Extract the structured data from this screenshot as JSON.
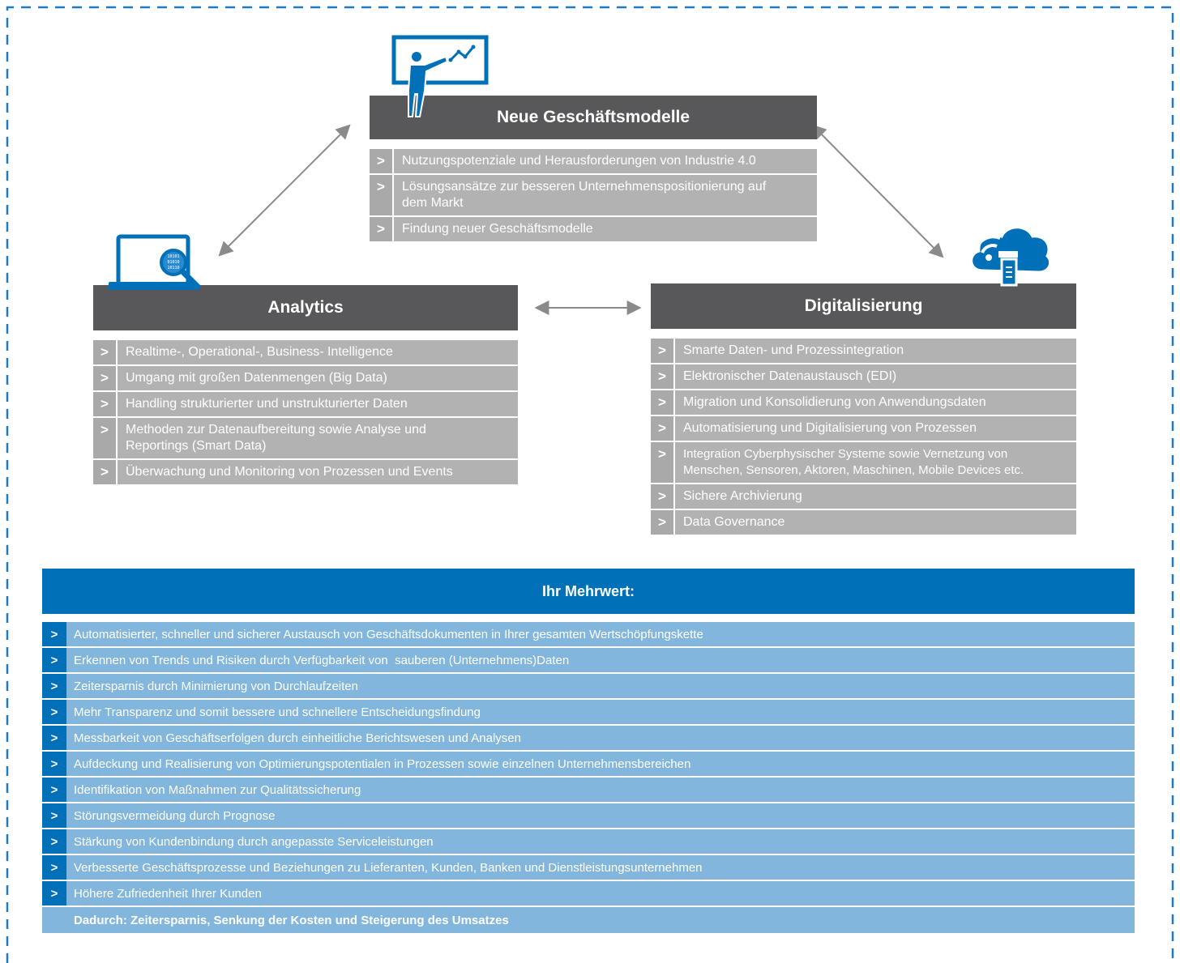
{
  "colors": {
    "header_gray": "#58585a",
    "item_gray": "#b2b2b2",
    "brand_blue": "#0070b9",
    "light_blue": "#82b6dc"
  },
  "boxes": {
    "top": {
      "title": "Neue Geschäftsmodelle",
      "icon": "presenter-icon",
      "items": [
        "Nutzungspotenziale und Herausforderungen von Industrie 4.0",
        "Lösungsansätze zur besseren Unternehmenspositionierung auf dem Markt",
        "Findung neuer Geschäftsmodelle"
      ]
    },
    "left": {
      "title": "Analytics",
      "icon": "laptop-magnifier-icon",
      "items": [
        "Realtime-, Operational-, Business- Intelligence",
        "Umgang mit großen Datenmengen (Big Data)",
        "Handling strukturierter und unstrukturierter Daten",
        "Methoden zur Datenaufbereitung sowie Analyse und Reportings (Smart Data)",
        "Überwachung und Monitoring von Prozessen und Events"
      ]
    },
    "right": {
      "title": "Digitalisierung",
      "icon": "cloud-database-icon",
      "items": [
        "Smarte Daten- und Prozessintegration",
        "Elektronischer Datenaustausch (EDI)",
        "Migration und Konsolidierung von Anwendungsdaten",
        "Automatisierung und Digitalisierung von Prozessen",
        "Integration Cyberphysischer Systeme sowie Vernetzung von Menschen, Sensoren, Aktoren, Maschinen, Mobile Devices etc.",
        "Sichere Archivierung",
        "Data Governance"
      ]
    }
  },
  "benefits": {
    "title": "Ihr Mehrwert:",
    "items": [
      "Automatisierter, schneller und sicherer Austausch von Geschäftsdokumenten in Ihrer gesamten Wertschöpfungskette",
      "Erkennen von Trends und Risiken durch Verfügbarkeit von  sauberen (Unternehmens)Daten",
      "Zeitersparnis durch Minimierung von Durchlaufzeiten",
      "Mehr Transparenz und somit bessere und schnellere Entscheidungsfindung",
      "Messbarkeit von Geschäftserfolgen durch einheitliche Berichtswesen und Analysen",
      "Aufdeckung und Realisierung von Optimierungspotentialen in Prozessen sowie einzelnen Unternehmensbereichen",
      "Identifikation von Maßnahmen zur Qualitätssicherung",
      "Störungsvermeidung durch Prognose",
      "Stärkung von Kundenbindung durch angepasste Serviceleistungen",
      "Verbesserte Geschäftsprozesse und Beziehungen zu Lieferanten, Kunden, Banken und Dienstleistungsunternehmen",
      "Höhere Zufriedenheit Ihrer Kunden"
    ],
    "summary": "Dadurch: Zeitersparnis, Senkung der Kosten und Steigerung des Umsatzes"
  },
  "chevron": ">"
}
